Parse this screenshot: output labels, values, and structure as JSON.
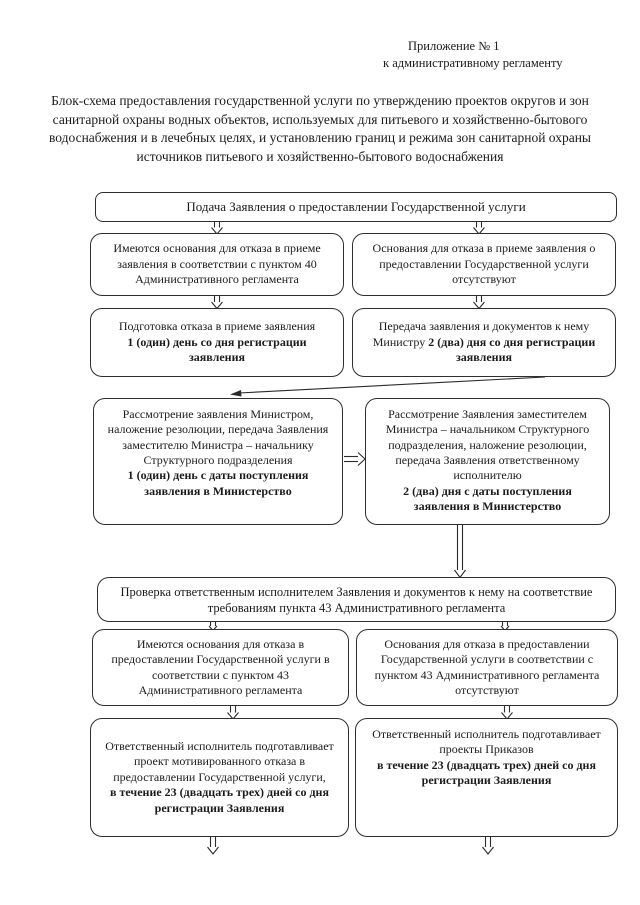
{
  "colors": {
    "background": "#ffffff",
    "ink": "#1b1b1b",
    "border": "#2e2e2e"
  },
  "header": {
    "annotation_line1": "Приложение № 1",
    "annotation_line2": "к административному регламенту",
    "title": "Блок-схема предоставления государственной услуги по утверждению проектов округов и зон санитарной охраны водных объектов, используемых для питьевого и хозяйственно-бытового водоснабжения и в лечебных целях, и установлению границ и режима зон санитарной охраны источников питьевого и хозяйственно-бытового водоснабжения"
  },
  "flowchart": {
    "submit": {
      "text": "Подача Заявления о предоставлении Государственной услуги"
    },
    "refuse_grounds_exist": {
      "text": "Имеются основания для отказа в приеме заявления в соответствии с пунктом 40 Административного регламента"
    },
    "refuse_grounds_absent": {
      "text": "Основания для отказа в приеме заявления о предоставлении Государственной услуги отсутствуют"
    },
    "prepare_refusal": {
      "text": "Подготовка отказа в приеме заявления",
      "bold": "1 (один) день со дня регистрации заявления"
    },
    "transfer_to_minister": {
      "text": "Передача заявления и документов к нему Министру",
      "bold": "2 (два) дня со дня регистрации заявления"
    },
    "minister_review": {
      "text": "Рассмотрение заявления Министром, наложение резолюции, передача Заявления заместителю Министра – начальнику Структурного подразделения",
      "bold": "1 (один) день с даты поступления заявления в Министерство"
    },
    "deputy_review": {
      "text": "Рассмотрение Заявления заместителем Министра – начальником Структурного подразделения, наложение резолюции, передача Заявления ответственному исполнителю",
      "bold": "2 (два) дня с даты поступления заявления в Министерство"
    },
    "executor_check": {
      "text": "Проверка ответственным исполнителем Заявления и документов к нему на соответствие требованиям пункта 43 Административного регламента"
    },
    "service_refuse_grounds_exist": {
      "text": "Имеются основания для отказа в предоставлении Государственной услуги в соответствии с пунктом 43 Административного регламента"
    },
    "service_refuse_grounds_absent": {
      "text": "Основания для отказа в предоставлении Государственной услуги в соответствии с пунктом 43 Административного регламента отсутствуют"
    },
    "prepare_motivated_refusal": {
      "text": "Ответственный исполнитель подготавливает проект мотивированного отказа в предоставлении Государственной услуги,",
      "bold": "в течение 23 (двадцать трех) дней со дня регистрации Заявления"
    },
    "prepare_orders": {
      "text": "Ответственный исполнитель подготавливает проекты Приказов",
      "bold": "в течение 23 (двадцать трех) дней со дня регистрации Заявления"
    }
  }
}
